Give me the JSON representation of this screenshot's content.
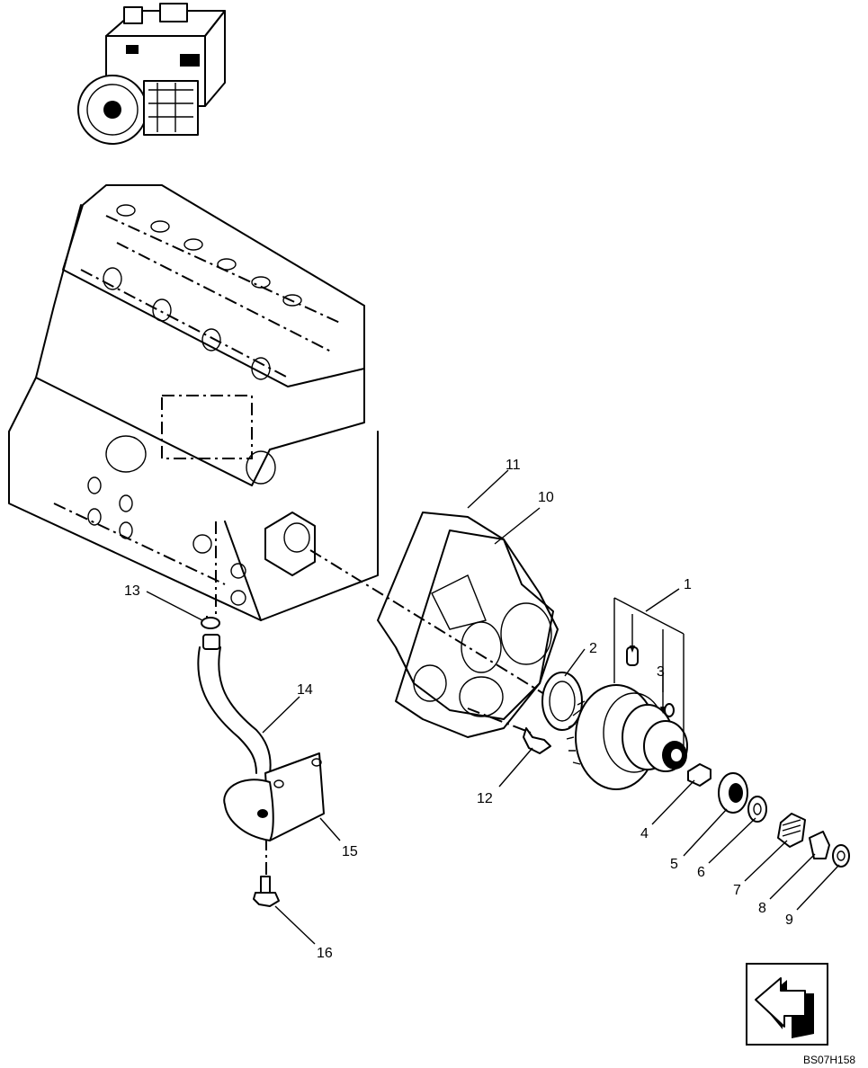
{
  "figure": {
    "reference_code": "BS07H158",
    "callouts": [
      "1",
      "2",
      "3",
      "4",
      "5",
      "6",
      "7",
      "8",
      "9",
      "10",
      "11",
      "12",
      "13",
      "14",
      "15",
      "16"
    ]
  },
  "icons": {
    "thumbnail": "engine-thumbnail-icon",
    "navigation": "next-page-arrow-icon"
  }
}
